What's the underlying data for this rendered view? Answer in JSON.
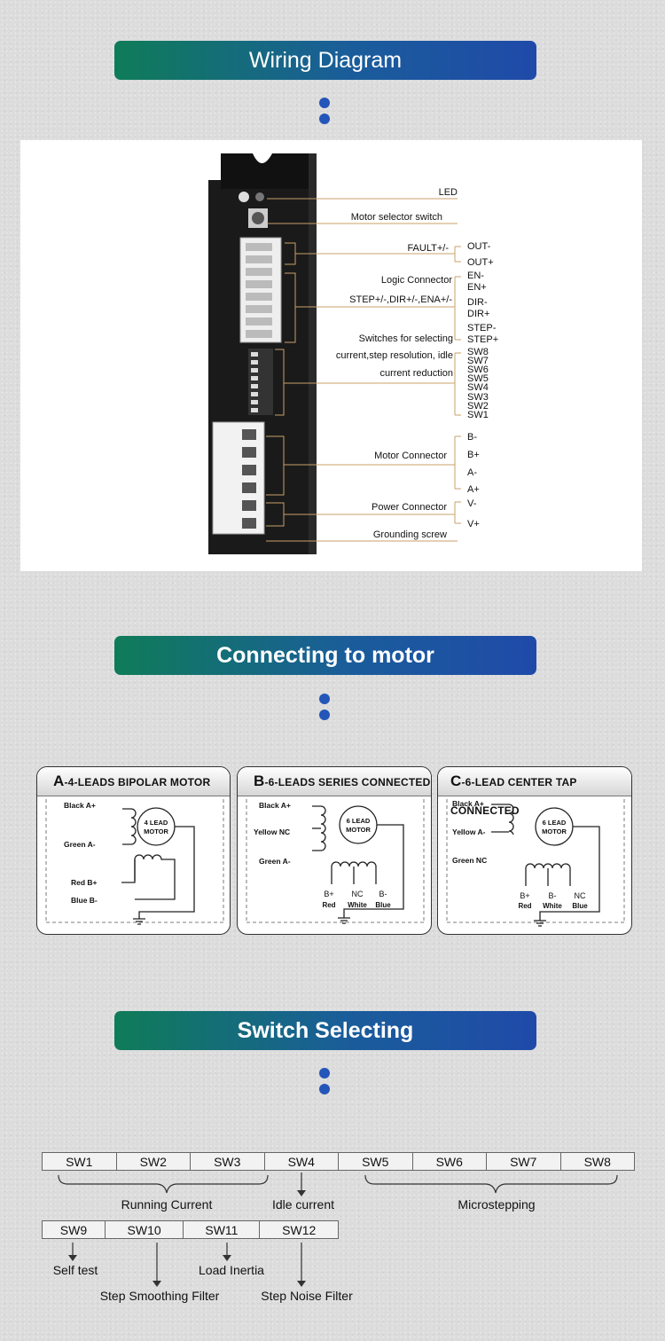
{
  "sections": {
    "wiring_title": "Wiring Diagram",
    "connecting_title": "Connecting to motor",
    "switch_title": "Switch Selecting"
  },
  "wiring": {
    "led": "LED",
    "motor_selector": "Motor selector switch",
    "fault": "FAULT+/-",
    "out_minus": "OUT-",
    "out_plus": "OUT+",
    "logic_connector": "Logic Connector",
    "en_minus": "EN-",
    "en_plus": "EN+",
    "step_dir_ena": "STEP+/-,DIR+/-,ENA+/-",
    "dir_minus": "DIR-",
    "dir_plus": "DIR+",
    "step_minus": "STEP-",
    "step_plus": "STEP+",
    "switches_line1": "Switches for selecting",
    "switches_line2": "current,step resolution, idle",
    "switches_line3": "current reduction",
    "sw_pins": [
      "SW8",
      "SW7",
      "SW6",
      "SW5",
      "SW4",
      "SW3",
      "SW2",
      "SW1"
    ],
    "motor_connector": "Motor Connector",
    "motor_pins": [
      "B-",
      "B+",
      "A-",
      "A+"
    ],
    "power_connector": "Power Connector",
    "v_minus": "V-",
    "v_plus": "V+",
    "grounding": "Grounding screw"
  },
  "motors": {
    "a": {
      "letter": "A",
      "title": "-4-LEADS BIPOLAR MOTOR",
      "motor_label_1": "4 LEAD",
      "motor_label_2": "MOTOR",
      "wires": [
        "Black A+",
        "Green A-",
        "Red B+",
        "Blue B-"
      ]
    },
    "b": {
      "letter": "B",
      "title": "-6-LEADS SERIES CONNECTED",
      "motor_label_1": "6 LEAD",
      "motor_label_2": "MOTOR",
      "wires": [
        "Black A+",
        "Yellow NC",
        "Green A-"
      ],
      "bottom_signals": [
        "B+",
        "NC",
        "B-"
      ],
      "bottom_colors": [
        "Red",
        "White",
        "Blue"
      ]
    },
    "c": {
      "letter": "C",
      "title": "-6-LEAD CENTER TAP CONNECTED",
      "motor_label_1": "6 LEAD",
      "motor_label_2": "MOTOR",
      "wires": [
        "Black A+",
        "Yellow A-",
        "Green NC"
      ],
      "bottom_signals": [
        "B+",
        "B-",
        "NC"
      ],
      "bottom_colors": [
        "Red",
        "White",
        "Blue"
      ]
    }
  },
  "switch_selecting": {
    "row1": [
      "SW1",
      "SW2",
      "SW3",
      "SW4",
      "SW5",
      "SW6",
      "SW7",
      "SW8"
    ],
    "row2": [
      "SW9",
      "SW10",
      "SW11",
      "SW12"
    ],
    "running_current": "Running Current",
    "idle_current": "Idle current",
    "microstepping": "Microstepping",
    "self_test": "Self test",
    "step_smoothing": "Step Smoothing Filter",
    "load_inertia": "Load Inertia",
    "step_noise": "Step Noise Filter"
  },
  "colors": {
    "banner_start": "#0f7c58",
    "banner_end": "#1f4aa9",
    "dot": "#2356b8",
    "leader_line": "#c8a06a"
  }
}
